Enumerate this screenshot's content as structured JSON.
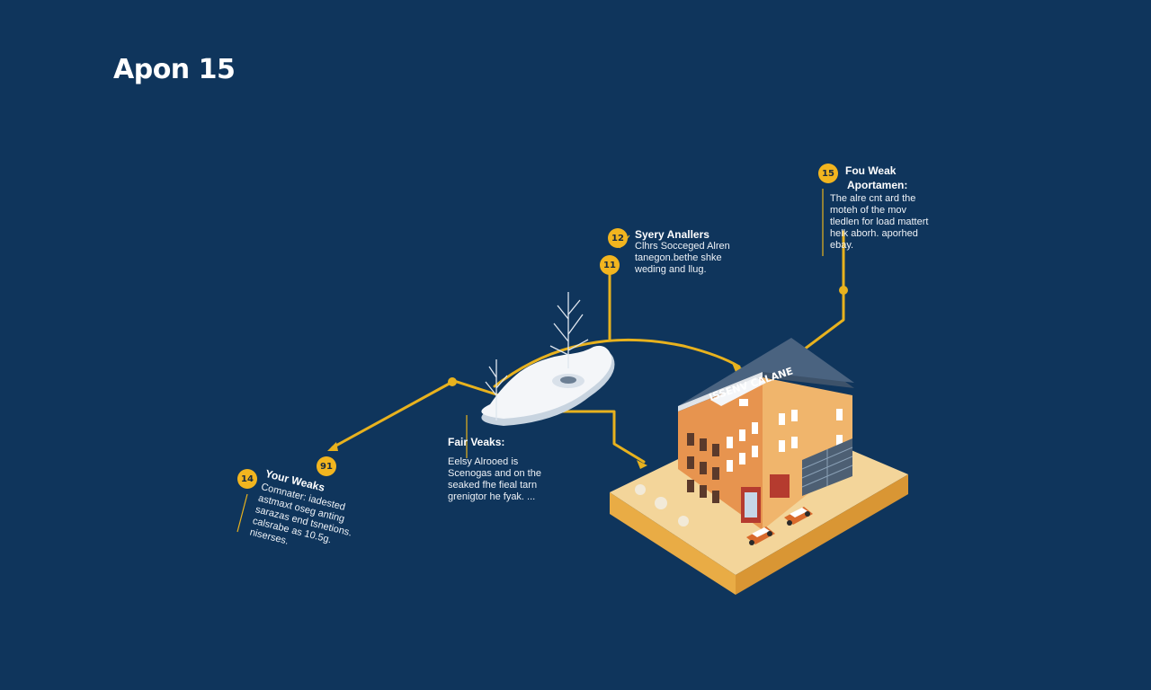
{
  "title": "Apon 15",
  "callouts": {
    "left": {
      "badge": "14",
      "line_badge": "91",
      "heading": "Your Weaks",
      "text": "Comnater: iadested astmaxt oseg anting sarazas end tsnetions. calsrabe as 10.5g. niserses."
    },
    "center": {
      "heading": "Fair Veaks:",
      "text": "Eelsy Alrooed is Scenogas and on the seaked fhe fieal tarn grenigtor he fyak. ..."
    },
    "top_center": {
      "badge": "12",
      "line_badge": "11",
      "heading": "Syery Anallers",
      "text": "Clhrs Socceged Alren tanegon.bethe shke weding and llug."
    },
    "top_right": {
      "badge": "15",
      "heading": "Fou Weak",
      "subheading": "Aportamen:",
      "text": "The alre cnt ard the moteh of the mov tledlen for load mattert helk aborh. aporhed ebay."
    }
  },
  "building_sign": "ISSENV CALANE",
  "colors": {
    "background": "#0f355c",
    "connector": "#e8b21e",
    "badge": "#f2b51f",
    "roof": "#3d526a",
    "wall_front": "#e7944f",
    "wall_side": "#f0b56c",
    "ground_top": "#f3d59a",
    "ground_side": "#e9ac45"
  }
}
